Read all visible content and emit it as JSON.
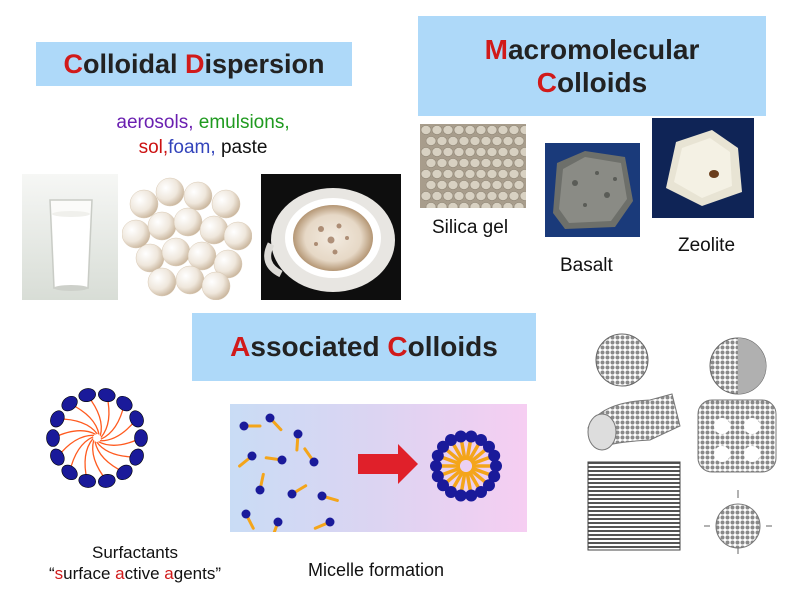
{
  "colloidal": {
    "first_letter": "C",
    "first_rest": "olloidal ",
    "second_letter": "D",
    "second_rest": "ispersion",
    "examples": {
      "aerosols": "aerosols",
      "emulsions": "emulsions",
      "sol": "sol",
      "foam": "foam",
      "paste": "paste",
      "comma": ",",
      "comma_space": ", "
    }
  },
  "macro": {
    "first_letter": "M",
    "first_rest": "acromolecular",
    "second_letter": "C",
    "second_rest": "olloids",
    "labels": {
      "silica": "Silica gel",
      "basalt": "Basalt",
      "zeolite": "Zeolite"
    }
  },
  "associated": {
    "first_letter": "A",
    "first_rest": "ssociated ",
    "second_letter": "C",
    "second_rest": "olloids",
    "surfactants": "Surfactants",
    "sa_open": "“",
    "sa_s": "s",
    "sa_s_rest": "urface ",
    "sa_a": "a",
    "sa_a_rest": "ctive ",
    "sa_g": "a",
    "sa_g_rest": "gents”",
    "micelle_label": "Micelle formation"
  },
  "colors": {
    "title_box": "#aed9f9",
    "highlight": "#d11a1a",
    "aerosols": "#6a1fb0",
    "emulsions": "#1f9a1f",
    "sol": "#cc1111",
    "foam": "#3344bb",
    "head_blue": "#1a1a9a",
    "tail_orange": "#f4a51a"
  }
}
